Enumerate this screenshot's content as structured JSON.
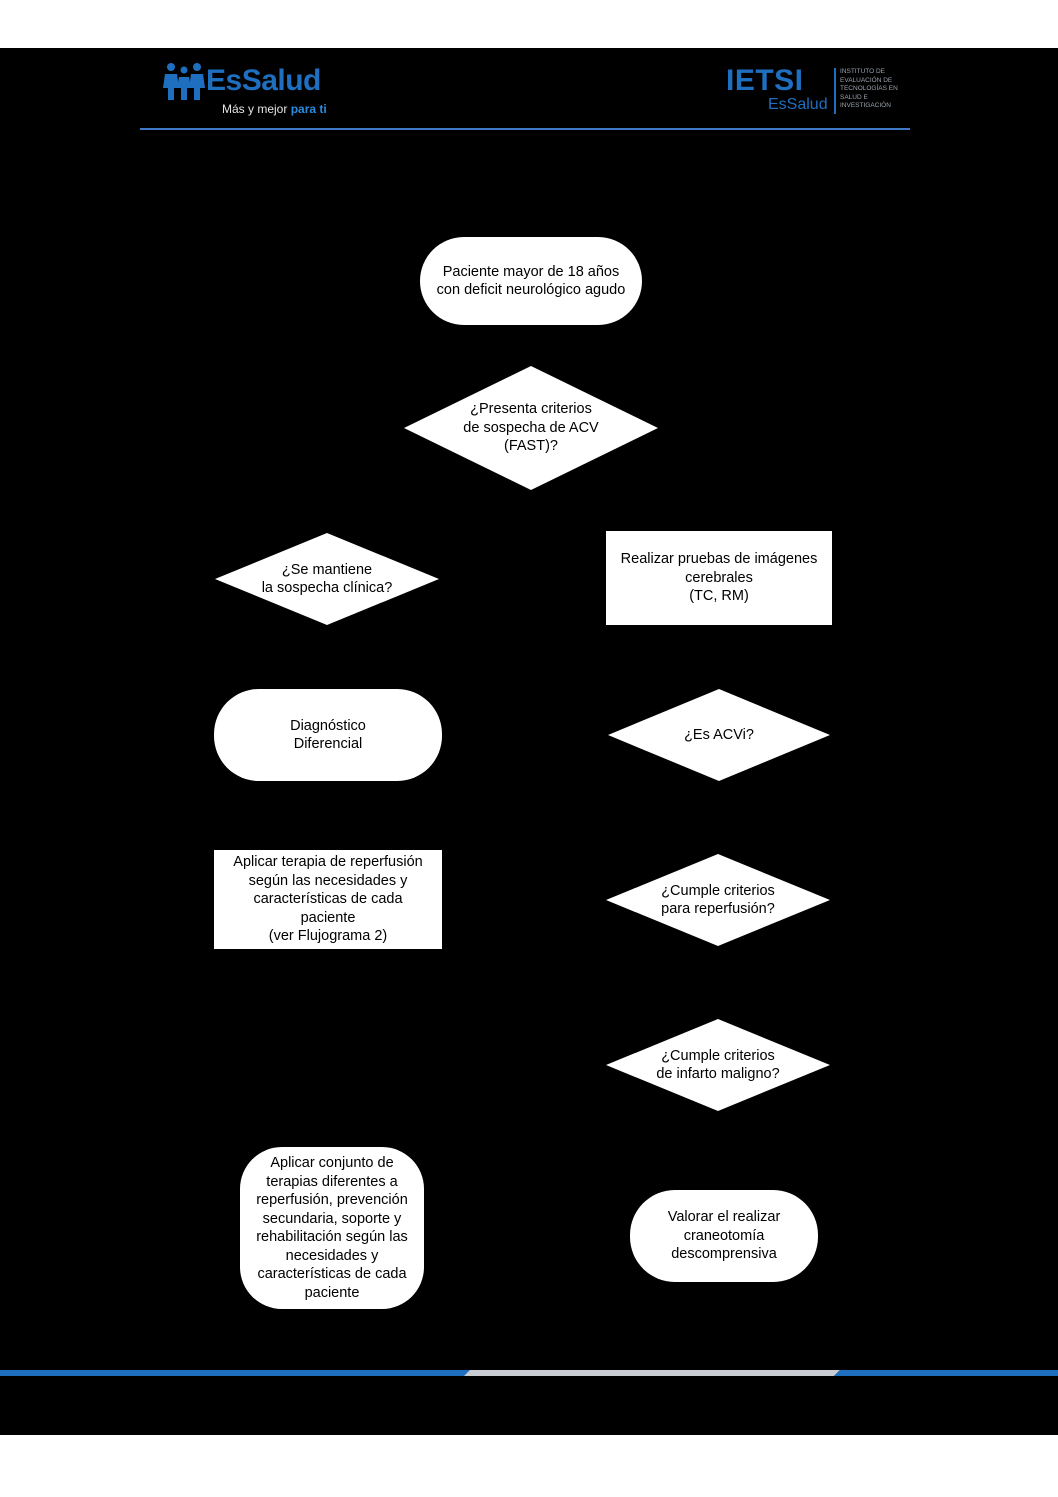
{
  "header": {
    "left_logo": {
      "brand": "EsSalud",
      "tagline_prefix": "Más y mejor ",
      "tagline_emphasis": "para ti",
      "icon": "family-figures-icon"
    },
    "right_logo": {
      "name": "IETSI",
      "subname": "EsSalud",
      "institute": "INSTITUTO DE\nEVALUACIÓN DE\nTECNOLOGÍAS EN\nSALUD E\nINVESTIGACIÓN"
    }
  },
  "colors": {
    "brand_blue": "#1f6fc0",
    "rule_blue": "#3f78c4",
    "footer_gray": "#c9ccd1"
  },
  "flowchart": {
    "nodes": {
      "start": "Paciente mayor de 18 años\ncon deficit neurológico agudo",
      "q_fast": "¿Presenta criterios\nde sospecha de ACV\n(FAST)?",
      "q_suspicion": "¿Se mantiene\nla sospecha clínica?",
      "imaging": "Realizar pruebas de imágenes\ncerebrales\n(TC, RM)",
      "diff_dx": "Diagnóstico\nDiferencial",
      "q_acvi": "¿Es ACVi?",
      "reperfusion": "Aplicar terapia de reperfusión\nsegún las necesidades y\ncaracterísticas de cada\npaciente\n(ver Flujograma 2)",
      "q_reperfusion": "¿Cumple criterios\npara reperfusión?",
      "q_malignant": "¿Cumple criterios\nde infarto maligno?",
      "other_therapies": "Aplicar conjunto de\nterapias diferentes a\nreperfusión, prevención\nsecundaria, soporte y\nrehabilitación según las\nnecesidades y\ncaracterísticas de cada\npaciente",
      "craniotomy": "Valorar el realizar\ncraneotomía\ndescomprensiva"
    }
  }
}
